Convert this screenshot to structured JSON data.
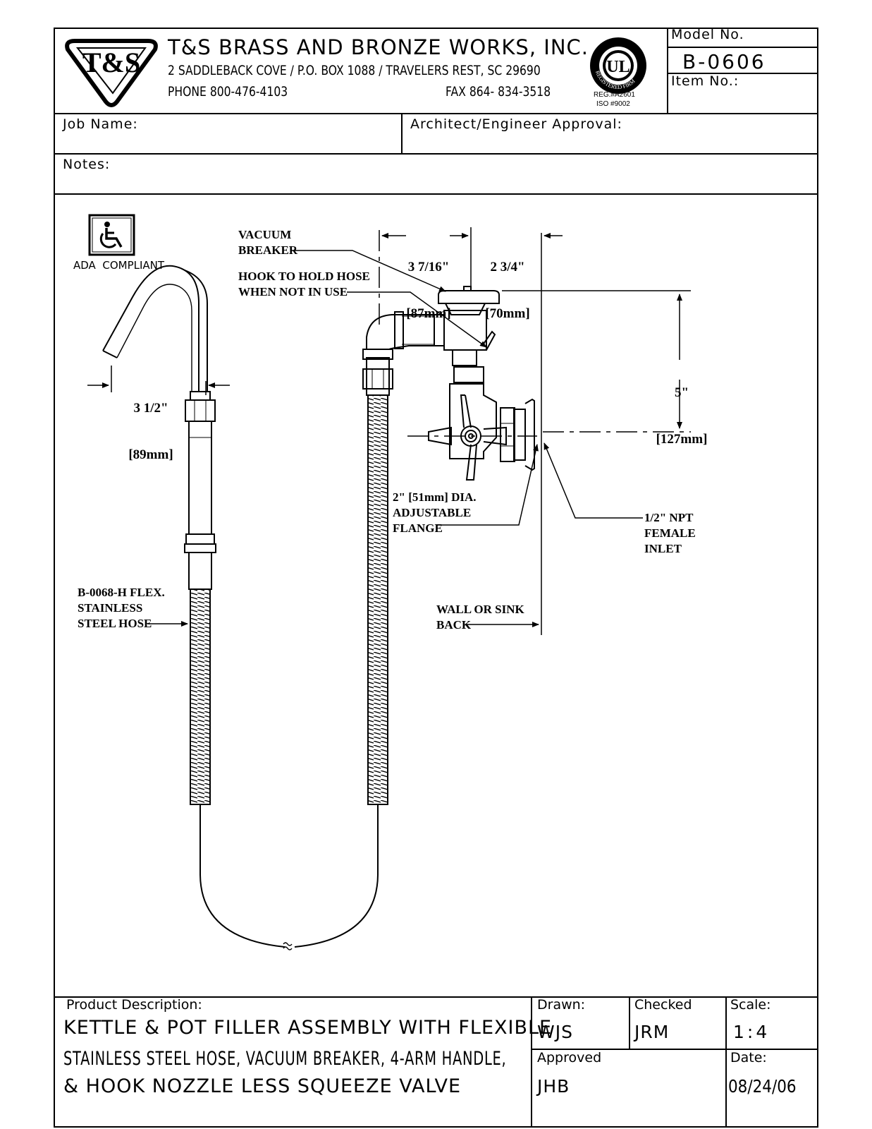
{
  "company": {
    "logo_text": "T&S",
    "name": "T&S BRASS AND BRONZE WORKS, INC.",
    "address": "2 SADDLEBACK COVE / P.O. BOX 1088 / TRAVELERS REST, SC 29690",
    "phone": "PHONE 800-476-4103",
    "fax": "FAX  864- 834-3518"
  },
  "certification": {
    "logo_text": "UL",
    "ring_text": "REGISTERED FIRM",
    "reg": "REG.#A2601",
    "iso": "ISO #9002"
  },
  "model": {
    "label": "Model No.",
    "value": "B-0606",
    "item_label": "Item No.:",
    "item_value": ""
  },
  "job": {
    "job_name_label": "Job Name:",
    "approval_label": "Architect/Engineer Approval:",
    "notes_label": "Notes:"
  },
  "drawing": {
    "ada_label": "ADA  COMPLIANT",
    "callouts": {
      "vacuum_breaker": "VACUUM\nBREAKER",
      "hook": "HOOK TO HOLD HOSE\nWHEN NOT IN USE",
      "flange": "2\" [51mm] DIA.\nADJUSTABLE\nFLANGE",
      "inlet": "1/2\" NPT\nFEMALE\nINLET",
      "hose": "B-0068-H FLEX.\nSTAINLESS\nSTEEL HOSE",
      "wall": "WALL OR SINK\nBACK"
    },
    "dimensions": {
      "d1": "3 7/16\"",
      "d1_mm": "[87mm]",
      "d2": "2 3/4\"",
      "d2_mm": "[70mm]",
      "d3": "5\"",
      "d3_mm": "[127mm]",
      "d4": "3 1/2\"",
      "d4_mm": "[89mm]"
    }
  },
  "title_block": {
    "product_desc_label": "Product Description:",
    "desc_line1": "KETTLE & POT FILLER ASSEMBLY WITH FLEXIBLE",
    "desc_line2": "STAINLESS STEEL HOSE, VACUUM BREAKER, 4-ARM HANDLE,",
    "desc_line3": "& HOOK NOZZLE LESS SQUEEZE VALVE",
    "drawn_label": "Drawn:",
    "drawn_value": "WJS",
    "checked_label": "Checked",
    "checked_value": "JRM",
    "scale_label": "Scale:",
    "scale_value": "1:4",
    "approved_label": "Approved",
    "approved_value": "JHB",
    "date_label": "Date:",
    "date_value": "08/24/06"
  }
}
